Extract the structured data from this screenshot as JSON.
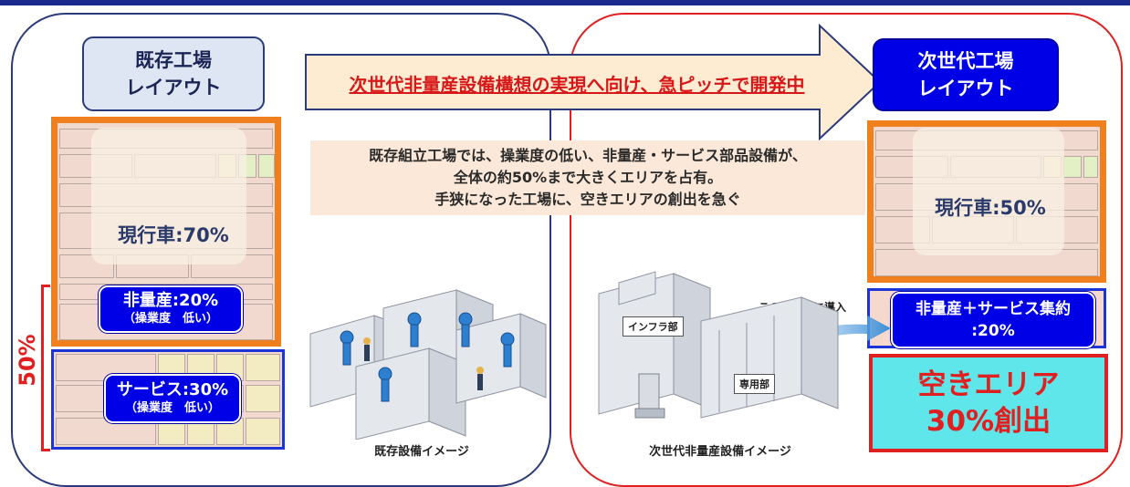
{
  "colors": {
    "navy": "#1a2a8c",
    "red": "#e02020",
    "orange": "#f07f1e",
    "blue": "#0000e6",
    "cyan": "#5fe6ea"
  },
  "left": {
    "title": "既存工場\nレイアウト",
    "current_label": "現行車:70%",
    "nonmass_label": "非量産:20%",
    "nonmass_sub": "（操業度　低い）",
    "service_label": "サービス:30%",
    "service_sub": "（操業度　低い）",
    "bracket_label": "50%",
    "caption": "既存設備イメージ"
  },
  "banner": {
    "text": "次世代非量産設備構想の実現へ向け、急ピッチで開発中"
  },
  "description": "既存組立工場では、操業度の低い、非量産・サービス部品設備が、\n全体の約50%まで大きくエリアを占有。\n手狭になった工場に、空きエリアの創出を急ぐ",
  "right": {
    "title": "次世代工場\nレイアウト",
    "current_label": "現行車:50%",
    "nonmass_label": "非量産＋サービス集約",
    "nonmass_sub": ":20%",
    "intro_label": "このエリアに導入",
    "infra_label": "インフラ部",
    "dedicated_label": "専用部",
    "empty_line1": "空きエリア",
    "empty_line2": "30%創出",
    "caption": "次世代非量産設備イメージ"
  }
}
